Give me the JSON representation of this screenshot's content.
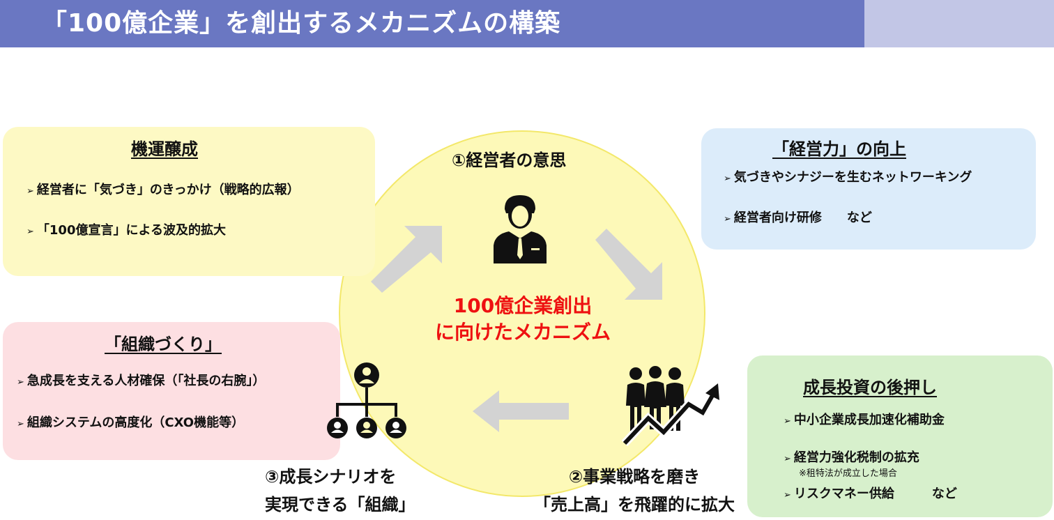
{
  "header": {
    "title": "「100億企業」を創出するメカニズムの構築"
  },
  "center": {
    "line1": "100億企業創出",
    "line2": "に向けたメカニズム"
  },
  "steps": {
    "step1": "①経営者の意思",
    "step2_line1": "②事業戦略を磨き",
    "step2_line2": "「売上高」を飛躍的に拡大",
    "step3_line1": "③成長シナリオを",
    "step3_line2": "実現できる「組織」"
  },
  "boxes": {
    "momentum": {
      "title": "機運醸成",
      "items": [
        "経営者に「気づき」のきっかけ（戦略的広報）",
        "「100億宣言」による波及的拡大"
      ]
    },
    "management": {
      "title": "「経営力」の向上",
      "items": [
        "気づきやシナジーを生むネットワーキング",
        "経営者向け研修　　など"
      ]
    },
    "organization": {
      "title": "「組織づくり」",
      "items": [
        "急成長を支える人材確保（「社長の右腕」）",
        "組織システムの高度化（CXO機能等）"
      ]
    },
    "investment": {
      "title": "成長投資の後押し",
      "items": [
        "中小企業成長加速化補助金",
        "経営力強化税制の拡充",
        "リスクマネー供給　　　など"
      ],
      "note": "※租特法が成立した場合"
    }
  },
  "markers": {
    "bullet": "➢"
  },
  "colors": {
    "title_bar": "#6a77c2",
    "center_text": "#ee1111",
    "circle": "#fdf9b8",
    "arrow": "#d3d3d3"
  },
  "icons": [
    "businessman-icon",
    "growth-people-icon",
    "org-chart-icon",
    "cycle-arrow"
  ]
}
